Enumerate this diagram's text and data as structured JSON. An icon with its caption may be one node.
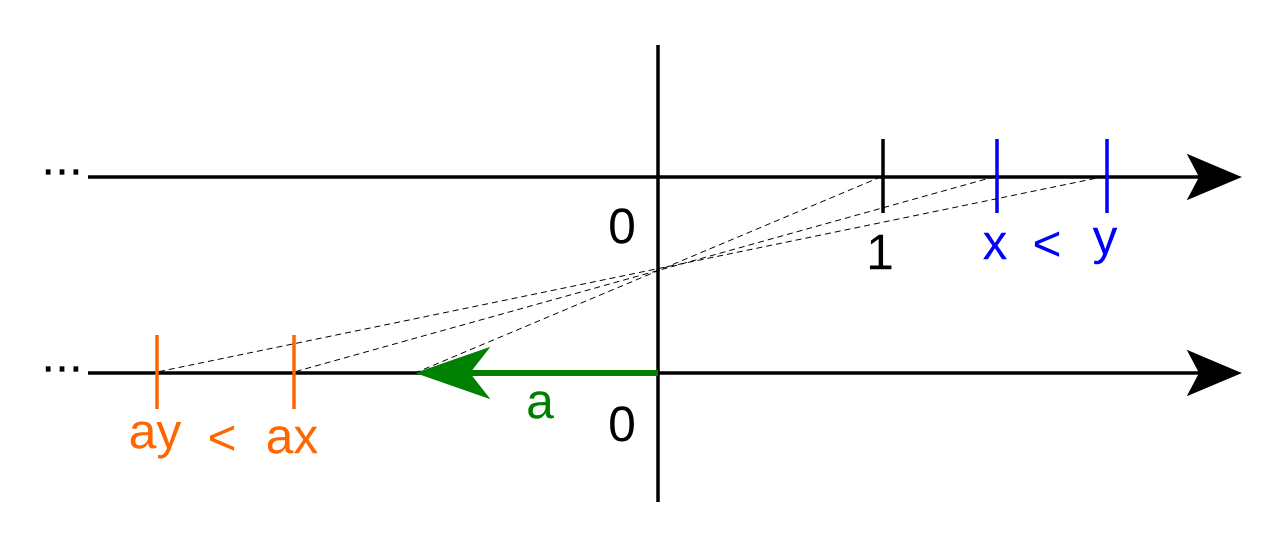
{
  "diagram": {
    "nodes": [
      {
        "text": [],
        "shape": "bar",
        "beside": [
          "1"
        ]
      },
      {
        "text": [],
        "shape": "bar",
        "beside": [
          "x"
        ]
      },
      {
        "text": [],
        "shape": "bar",
        "beside": [
          "y"
        ]
      },
      {
        "text": [],
        "shape": "bar",
        "beside": [
          "ay"
        ]
      },
      {
        "text": [],
        "shape": "bar",
        "beside": [
          "ax"
        ]
      }
    ],
    "edges": [
      {
        "from": 0,
        "to": null,
        "arrow": "none",
        "style": "dashed"
      },
      {
        "from": 1,
        "to": 4,
        "arrow": "none",
        "style": "dashed"
      },
      {
        "from": 2,
        "to": 3,
        "arrow": "none",
        "style": "dashed"
      }
    ],
    "labels": [
      "...",
      "0",
      "<",
      "...",
      "<",
      "a",
      "0"
    ]
  }
}
